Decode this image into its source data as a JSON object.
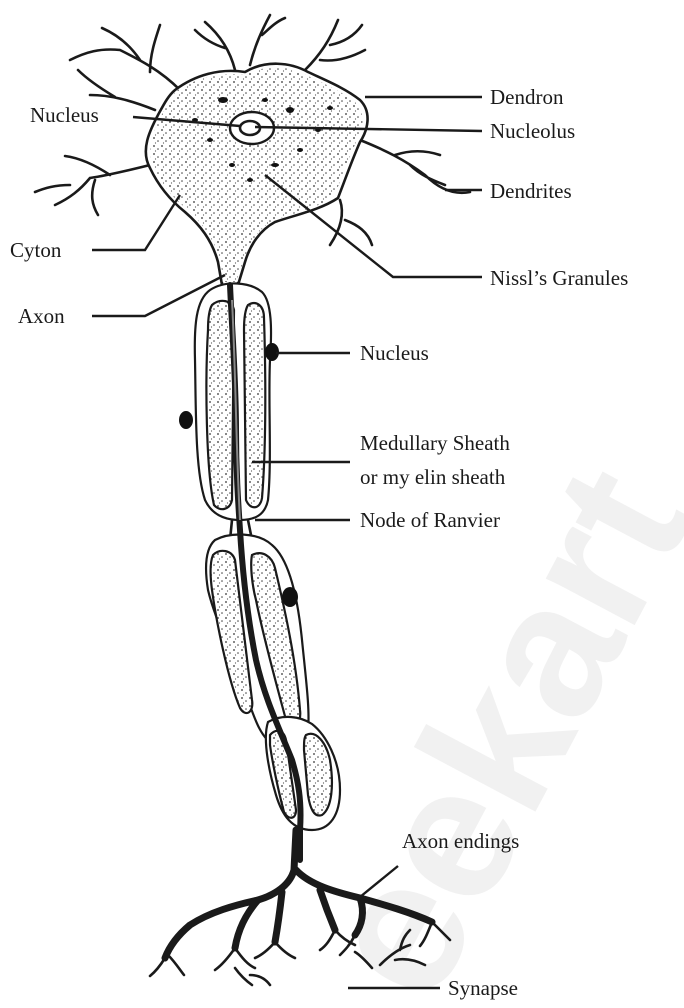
{
  "diagram": {
    "labels": {
      "nucleus_top": "Nucleus",
      "dendron": "Dendron",
      "nucleolus": "Nucleolus",
      "dendrites": "Dendrites",
      "cyton": "Cyton",
      "nissls_granules": "Nissl’s Granules",
      "axon": "Axon",
      "nucleus_mid": "Nucleus",
      "medullary_sheath_line1": "Medullary Sheath",
      "medullary_sheath_line2": "or my elin sheath",
      "node_of_ranvier": "Node of Ranvier",
      "axon_endings": "Axon endings",
      "synapse": "Synapse"
    },
    "watermark": "eekart",
    "colors": {
      "ink": "#1a1a1a",
      "background": "#ffffff",
      "watermark": "#d8d8d8"
    }
  }
}
